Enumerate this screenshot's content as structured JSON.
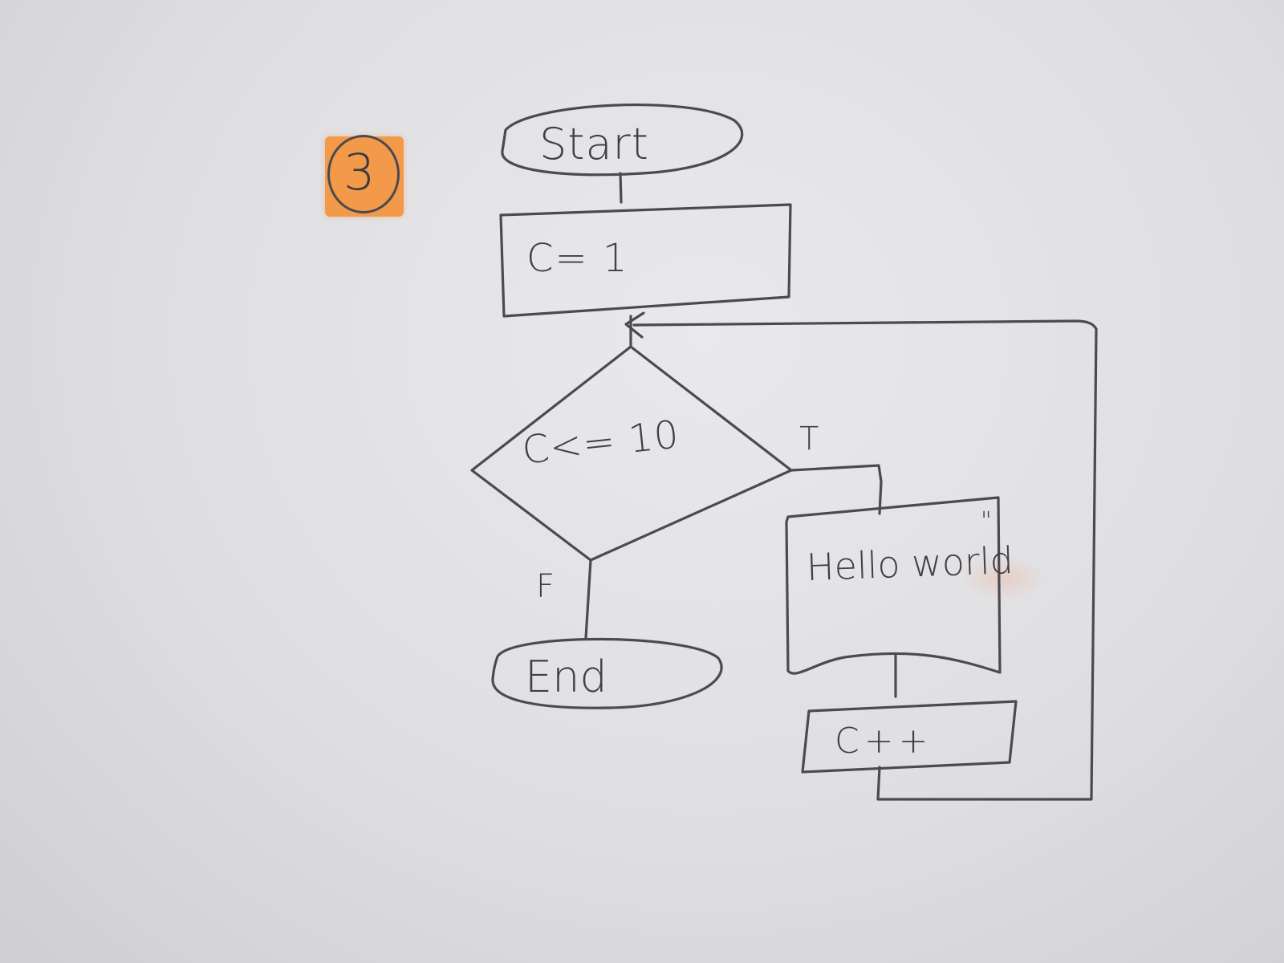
{
  "badge": {
    "number": "3",
    "color": "#f29a4a"
  },
  "flowchart": {
    "start_label": "Start",
    "init_label": "C= 1",
    "condition_label": "C<= 10",
    "true_label": "T",
    "false_label": "F",
    "output_label": "Hello world",
    "output_quote": "\"",
    "increment_label": "C++",
    "end_label": "End"
  },
  "ink_color": "#4a4a4f"
}
